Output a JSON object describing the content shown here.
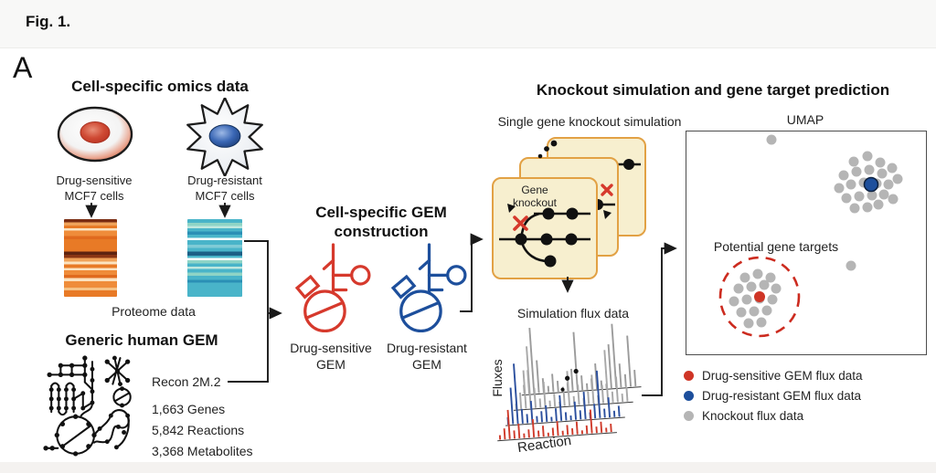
{
  "header": {
    "title": "Fig. 1."
  },
  "panel_label": "A",
  "omics": {
    "heading": "Cell-specific omics data",
    "cells": [
      {
        "label": "Drug-sensitive MCF7 cells",
        "nucleus_color": "#c23a28"
      },
      {
        "label": "Drug-resistant MCF7 cells",
        "nucleus_color": "#2a5caa"
      }
    ],
    "data_label": "Proteome data"
  },
  "generic_gem": {
    "heading": "Generic human GEM",
    "model_label": "Recon 2M.2",
    "stats": [
      "1,663 Genes",
      "5,842 Reactions",
      "3,368 Metabolites"
    ]
  },
  "gem_construction": {
    "heading": "Cell-specific GEM construction",
    "gems": [
      {
        "label": "Drug-sensitive GEM",
        "color": "#d6392c"
      },
      {
        "label": "Drug-resistant GEM",
        "color": "#1d4f9c"
      }
    ]
  },
  "knockout": {
    "heading": "Knockout simulation and gene target prediction",
    "sim_label": "Single gene knockout simulation",
    "card_annotation": "Gene knockout",
    "flux_chart": {
      "title": "Simulation flux data",
      "ylabel": "Fluxes",
      "xlabel": "Reaction",
      "rows": [
        {
          "name": "knockout-back",
          "color": "#9b9b9b",
          "heights": [
            10,
            26,
            72,
            36,
            16,
            7,
            20,
            12,
            5,
            9,
            24,
            64,
            16,
            7,
            12,
            28,
            9,
            5,
            48,
            70,
            26,
            14,
            56,
            18
          ]
        },
        {
          "name": "knockout-front",
          "color": "#a8a8a8",
          "heights": [
            6,
            18,
            42,
            68,
            22,
            10,
            28,
            7,
            14,
            5,
            18,
            38,
            10,
            22,
            7,
            14,
            32,
            9,
            20,
            58,
            12,
            28,
            9,
            16
          ]
        },
        {
          "name": "drug-resistant",
          "color": "#2b4f9e",
          "heights": [
            8,
            40,
            66,
            16,
            10,
            24,
            7,
            12,
            18,
            5,
            14,
            28,
            9,
            5,
            20,
            10,
            30,
            7,
            16,
            52,
            10,
            22,
            7,
            12
          ]
        },
        {
          "name": "drug-sensitive",
          "color": "#cf3a2a",
          "heights": [
            5,
            12,
            32,
            9,
            16,
            5,
            9,
            20,
            7,
            12,
            4,
            9,
            16,
            5,
            11,
            7,
            14,
            4,
            9,
            26,
            7,
            12,
            5,
            9
          ]
        }
      ]
    }
  },
  "umap": {
    "title": "UMAP",
    "annotation": "Potential gene targets",
    "gray_points": [
      [
        183,
        33
      ],
      [
        198,
        27
      ],
      [
        212,
        34
      ],
      [
        172,
        48
      ],
      [
        186,
        44
      ],
      [
        200,
        42
      ],
      [
        214,
        46
      ],
      [
        225,
        40
      ],
      [
        167,
        62
      ],
      [
        180,
        58
      ],
      [
        194,
        56
      ],
      [
        208,
        57
      ],
      [
        221,
        58
      ],
      [
        231,
        52
      ],
      [
        175,
        73
      ],
      [
        189,
        71
      ],
      [
        203,
        70
      ],
      [
        216,
        69
      ],
      [
        184,
        84
      ],
      [
        198,
        83
      ],
      [
        210,
        80
      ],
      [
        226,
        74
      ],
      [
        64,
        160
      ],
      [
        78,
        156
      ],
      [
        92,
        160
      ],
      [
        57,
        172
      ],
      [
        71,
        170
      ],
      [
        85,
        168
      ],
      [
        98,
        172
      ],
      [
        52,
        186
      ],
      [
        66,
        184
      ],
      [
        80,
        183
      ],
      [
        94,
        184
      ],
      [
        60,
        198
      ],
      [
        74,
        197
      ],
      [
        88,
        196
      ],
      [
        68,
        210
      ],
      [
        82,
        209
      ],
      [
        93,
        9
      ],
      [
        180,
        147
      ]
    ],
    "blue_point": [
      202,
      58
    ],
    "red_point": [
      80,
      181
    ],
    "dashed_circle_color": "#cc2b1f"
  },
  "legend": {
    "items": [
      {
        "label": "Drug-sensitive GEM flux data",
        "color": "#cf3526"
      },
      {
        "label": "Drug-resistant GEM flux data",
        "color": "#1d4f9c"
      },
      {
        "label": "Knockout flux data",
        "color": "#b5b5b5"
      }
    ]
  }
}
